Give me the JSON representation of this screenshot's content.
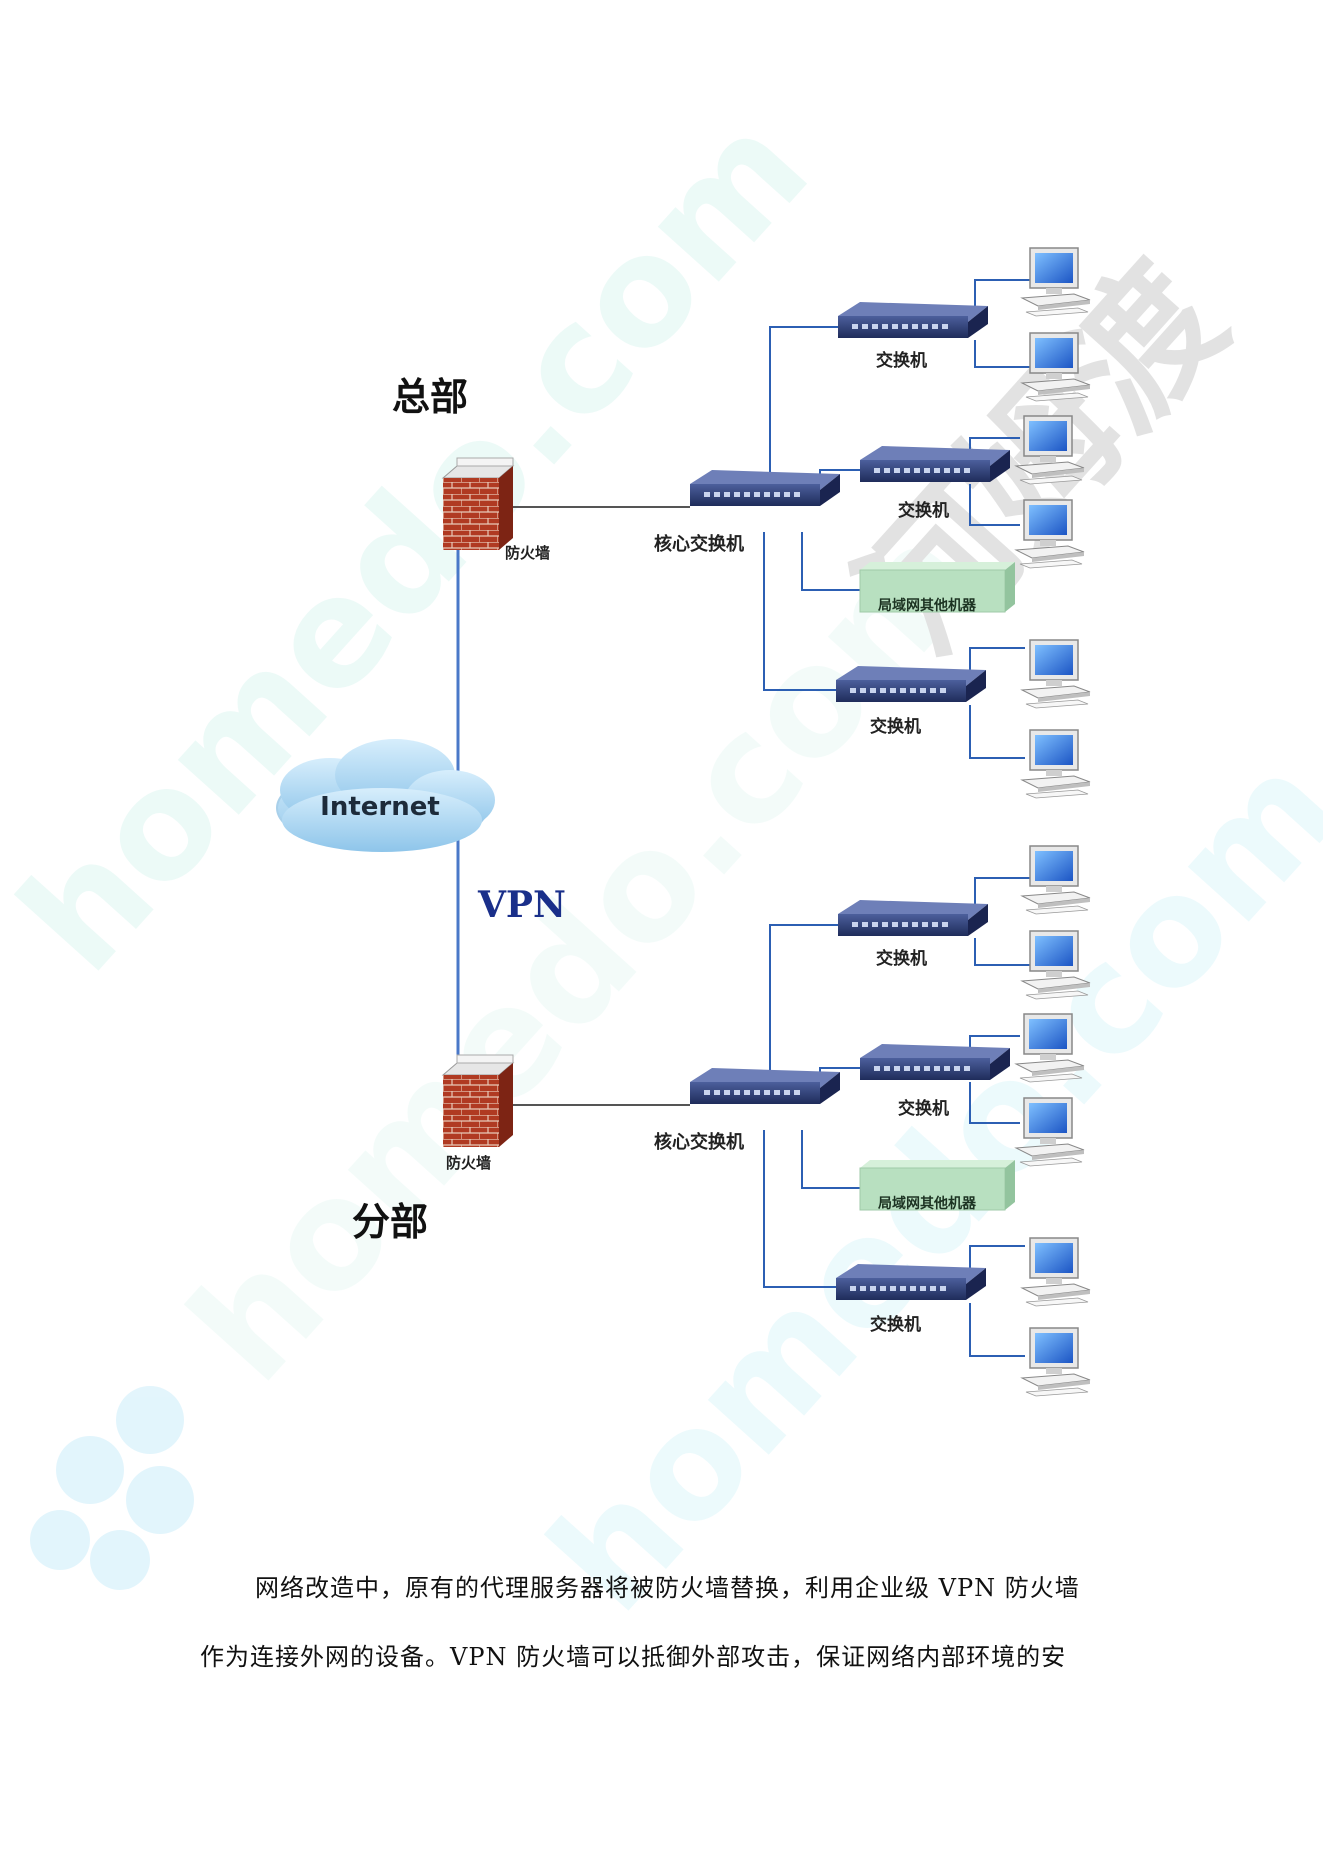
{
  "headquarters": {
    "title": "总部",
    "firewall_label": "防火墙",
    "core_switch_label": "核心交换机",
    "switch_labels": [
      "交换机",
      "交换机",
      "交换机"
    ],
    "lan_box_label": "局域网其他机器"
  },
  "branch": {
    "title": "分部",
    "firewall_label": "防火墙",
    "core_switch_label": "核心交换机",
    "switch_labels": [
      "交换机",
      "交换机",
      "交换机"
    ],
    "lan_box_label": "局域网其他机器"
  },
  "internet_label": "Internet",
  "vpn_label": "VPN",
  "paragraph": {
    "line1": "网络改造中，原有的代理服务器将被防火墙替换，利用企业级 VPN 防火墙",
    "line2": "作为连接外网的设备。VPN 防火墙可以抵御外部攻击，保证网络内部环境的安"
  },
  "watermark": {
    "site": "homedo.com",
    "brand": "河姆渡"
  },
  "colors": {
    "link_line": "#2c5fb3",
    "wan_line": "#4a78c8",
    "switch_body": "#2d3f7a",
    "lan_box": "#b8e0c0",
    "cloud": "#9fd0ee",
    "firewall_brick": "#b03a22",
    "vpn_text": "#1a2f8a"
  }
}
